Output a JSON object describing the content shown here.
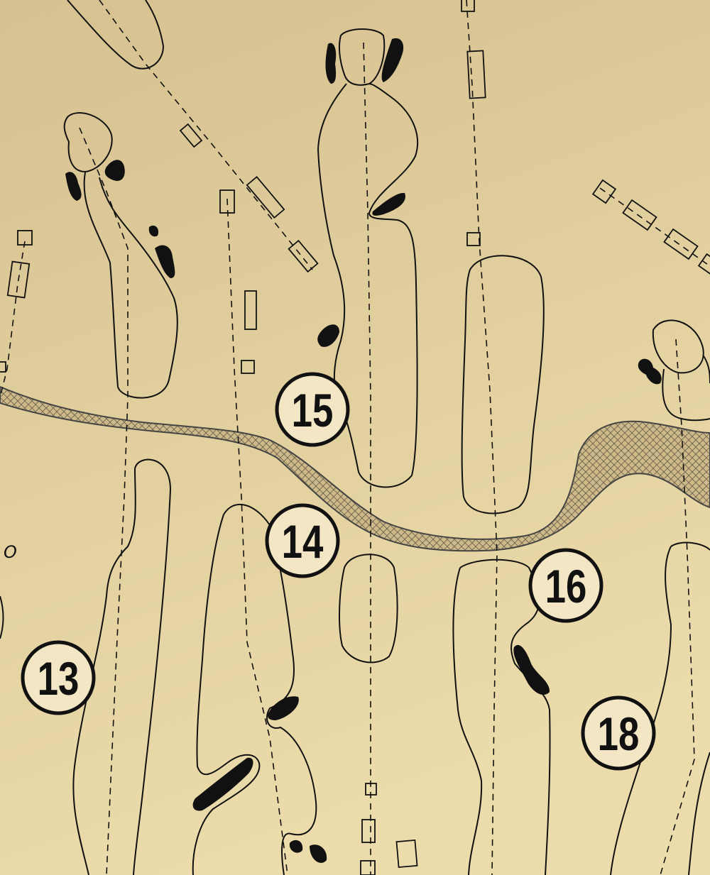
{
  "map": {
    "holes": [
      {
        "number": "13"
      },
      {
        "number": "14"
      },
      {
        "number": "15"
      },
      {
        "number": "16"
      },
      {
        "number": "18"
      }
    ],
    "edge_label": "O"
  },
  "colors": {
    "paper_top": "#d6c190",
    "paper_bottom": "#ead9a8",
    "ink": "#111111",
    "water_fill": "#cdb98a"
  }
}
